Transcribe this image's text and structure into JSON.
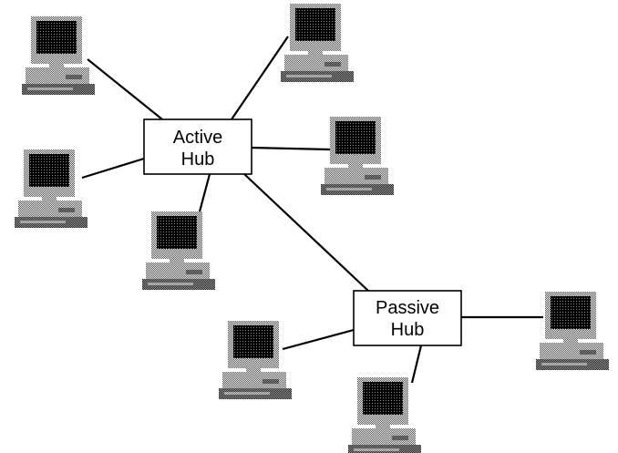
{
  "hubs": {
    "active": {
      "line1": "Active",
      "line2": "Hub"
    },
    "passive": {
      "line1": "Passive",
      "line2": "Hub"
    }
  },
  "computers": [
    {
      "id": "pc-top-left",
      "connected_to": "active"
    },
    {
      "id": "pc-top-center",
      "connected_to": "active"
    },
    {
      "id": "pc-right-of-active",
      "connected_to": "active"
    },
    {
      "id": "pc-left-mid",
      "connected_to": "active"
    },
    {
      "id": "pc-below-active",
      "connected_to": "active"
    },
    {
      "id": "pc-left-of-passive",
      "connected_to": "passive"
    },
    {
      "id": "pc-below-passive",
      "connected_to": "passive"
    },
    {
      "id": "pc-right-of-passive",
      "connected_to": "passive"
    }
  ],
  "links": [
    {
      "from": "active",
      "to": "passive"
    }
  ],
  "colors": {
    "line": "#000000",
    "box_fill": "#ffffff",
    "screen_dither_dark": "#000000",
    "screen_dither_light": "#9a9a9a",
    "case_dither_dark": "#4a4a4a",
    "case_dither_light": "#e6e6e6"
  }
}
